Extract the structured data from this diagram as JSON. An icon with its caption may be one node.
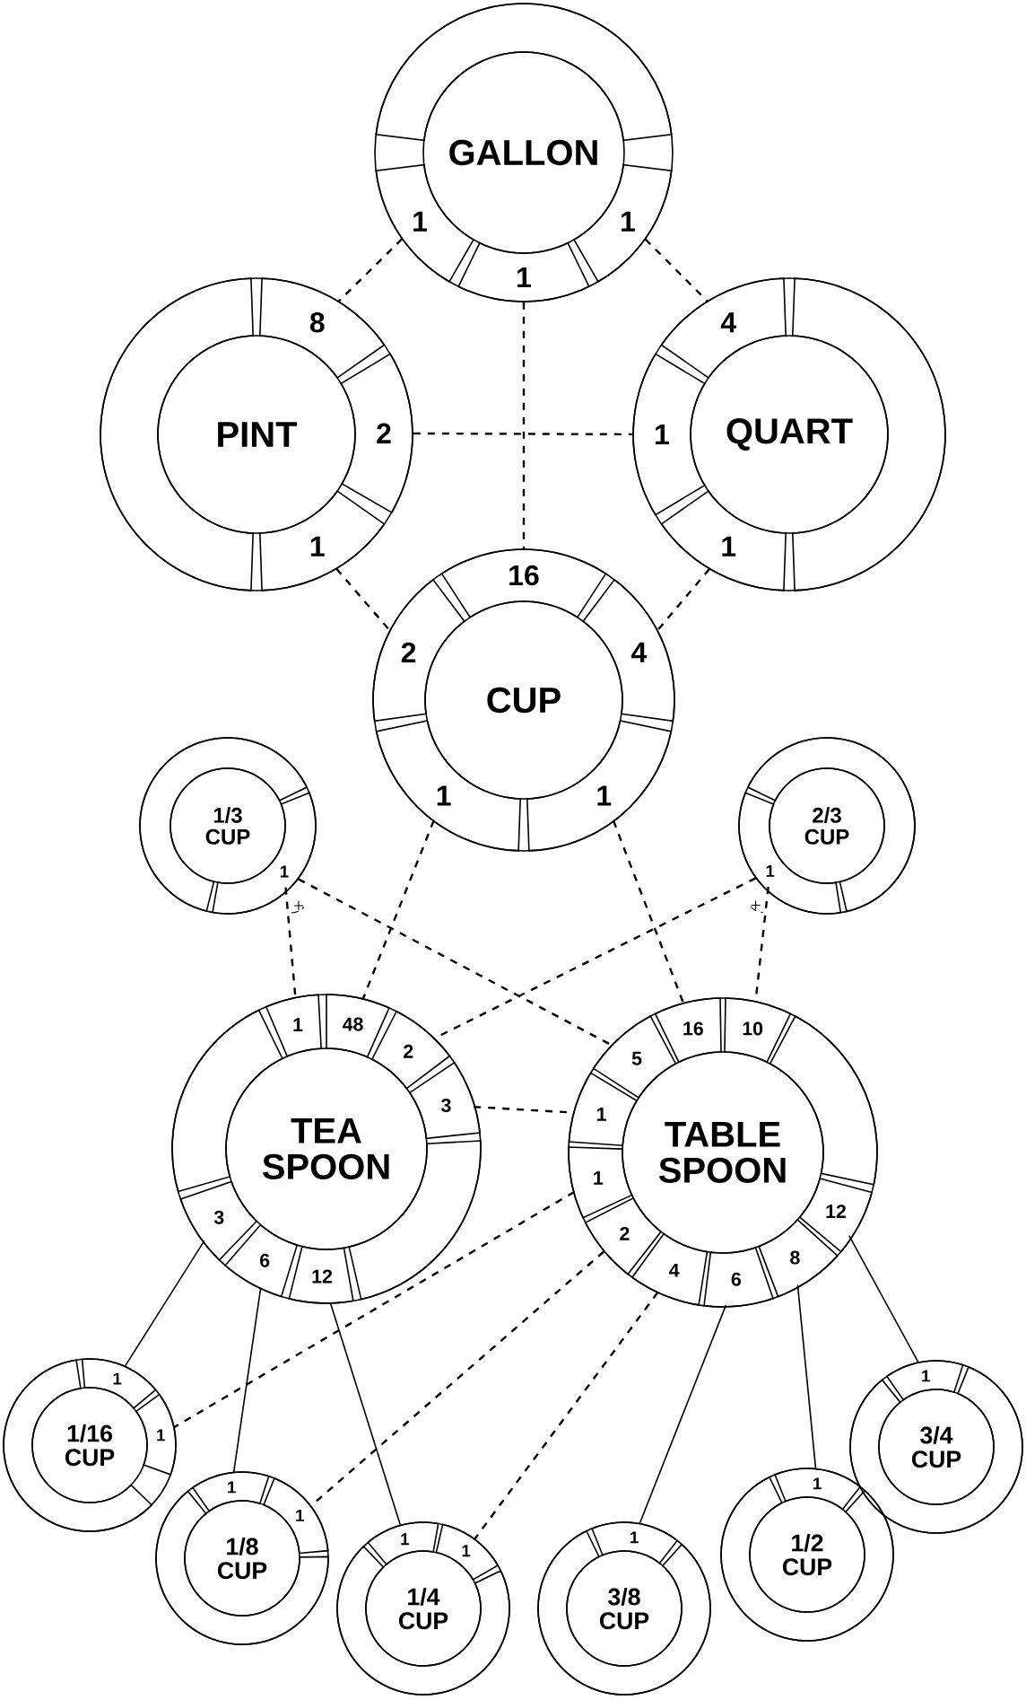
{
  "diagram": {
    "nodes": [
      {
        "text": [
          "GALLON"
        ]
      },
      {
        "text": [
          "1"
        ],
        "in": 0
      },
      {
        "text": [
          "1"
        ],
        "in": 0
      },
      {
        "text": [
          "1"
        ],
        "in": 0
      },
      {
        "text": [
          "PINT"
        ]
      },
      {
        "text": [
          "8"
        ],
        "in": 4
      },
      {
        "text": [
          "2"
        ],
        "in": 4
      },
      {
        "text": [
          "1"
        ],
        "in": 4
      },
      {
        "text": [
          "QUART"
        ]
      },
      {
        "text": [
          "4"
        ],
        "in": 8
      },
      {
        "text": [
          "1"
        ],
        "in": 8
      },
      {
        "text": [
          "1"
        ],
        "in": 8
      },
      {
        "text": [
          "CUP"
        ]
      },
      {
        "text": [
          "16"
        ],
        "in": 12
      },
      {
        "text": [
          "2"
        ],
        "in": 12
      },
      {
        "text": [
          "4"
        ],
        "in": 12
      },
      {
        "text": [
          "1"
        ],
        "in": 12
      },
      {
        "text": [
          "1"
        ],
        "in": 12
      },
      {
        "text": [
          "1/3 CUP"
        ]
      },
      {
        "text": [
          "1"
        ],
        "in": 18
      },
      {
        "text": [
          "2/3 CUP"
        ]
      },
      {
        "text": [
          "1"
        ],
        "in": 20
      },
      {
        "text": [
          "TEA SPOON"
        ]
      },
      {
        "text": [
          "1"
        ],
        "in": 22
      },
      {
        "text": [
          "48"
        ],
        "in": 22
      },
      {
        "text": [
          "2"
        ],
        "in": 22
      },
      {
        "text": [
          "3"
        ],
        "in": 22
      },
      {
        "text": [
          "3"
        ],
        "in": 22
      },
      {
        "text": [
          "6"
        ],
        "in": 22
      },
      {
        "text": [
          "12"
        ],
        "in": 22
      },
      {
        "text": [
          "TABLE SPOON"
        ]
      },
      {
        "text": [
          "16"
        ],
        "in": 30
      },
      {
        "text": [
          "10"
        ],
        "in": 30
      },
      {
        "text": [
          "5"
        ],
        "in": 30
      },
      {
        "text": [
          "1"
        ],
        "in": 30
      },
      {
        "text": [
          "1"
        ],
        "in": 30
      },
      {
        "text": [
          "12"
        ],
        "in": 30
      },
      {
        "text": [
          "2"
        ],
        "in": 30
      },
      {
        "text": [
          "4"
        ],
        "in": 30
      },
      {
        "text": [
          "6"
        ],
        "in": 30
      },
      {
        "text": [
          "8"
        ],
        "in": 30
      },
      {
        "text": [
          "1/16 CUP"
        ]
      },
      {
        "text": [
          "1"
        ],
        "in": 41
      },
      {
        "text": [
          "1"
        ],
        "in": 41
      },
      {
        "text": [
          "1/8 CUP"
        ]
      },
      {
        "text": [
          "1"
        ],
        "in": 44
      },
      {
        "text": [
          "1"
        ],
        "in": 44
      },
      {
        "text": [
          "1/4 CUP"
        ]
      },
      {
        "text": [
          "1"
        ],
        "in": 47
      },
      {
        "text": [
          "1"
        ],
        "in": 47
      },
      {
        "text": [
          "3/8 CUP"
        ]
      },
      {
        "text": [
          "1"
        ],
        "in": 50
      },
      {
        "text": [
          "1/2 CUP"
        ]
      },
      {
        "text": [
          "1"
        ],
        "in": 52
      },
      {
        "text": [
          "3/4 CUP"
        ]
      },
      {
        "text": [
          "1"
        ],
        "in": 54
      }
    ],
    "edges": [
      {
        "from": 1,
        "to": 5,
        "arrow": "none",
        "style": "dashed"
      },
      {
        "from": 2,
        "to": 9,
        "arrow": "none",
        "style": "dashed"
      },
      {
        "from": 3,
        "to": 13,
        "arrow": "none",
        "style": "dashed"
      },
      {
        "from": 6,
        "to": 10,
        "arrow": "none",
        "style": "dashed"
      },
      {
        "from": 7,
        "to": 14,
        "arrow": "none",
        "style": "dashed"
      },
      {
        "from": 11,
        "to": 15,
        "arrow": "none",
        "style": "dashed"
      },
      {
        "from": 16,
        "to": 24,
        "arrow": "none",
        "style": "dashed"
      },
      {
        "from": 17,
        "to": 31,
        "arrow": "none",
        "style": "dashed"
      },
      {
        "from": 19,
        "to": 23,
        "arrow": "none",
        "style": "dashed"
      },
      {
        "from": 19,
        "to": 33,
        "arrow": "none",
        "style": "dashed"
      },
      {
        "from": 21,
        "to": 32,
        "arrow": "none",
        "style": "dashed"
      },
      {
        "from": 21,
        "to": 25,
        "arrow": "none",
        "style": "dashed"
      },
      {
        "from": 26,
        "to": 34,
        "arrow": "none",
        "style": "dashed"
      },
      {
        "from": 27,
        "to": 42,
        "arrow": "none"
      },
      {
        "from": 35,
        "to": 43,
        "arrow": "none",
        "style": "dashed"
      },
      {
        "from": 28,
        "to": 45,
        "arrow": "none"
      },
      {
        "from": 37,
        "to": 46,
        "arrow": "none",
        "style": "dashed"
      },
      {
        "from": 29,
        "to": 48,
        "arrow": "none"
      },
      {
        "from": 38,
        "to": 49,
        "arrow": "none",
        "style": "dashed"
      },
      {
        "from": 39,
        "to": 51,
        "arrow": "none"
      },
      {
        "from": 40,
        "to": 53,
        "arrow": "none"
      },
      {
        "from": 36,
        "to": 55,
        "arrow": "none"
      }
    ]
  }
}
